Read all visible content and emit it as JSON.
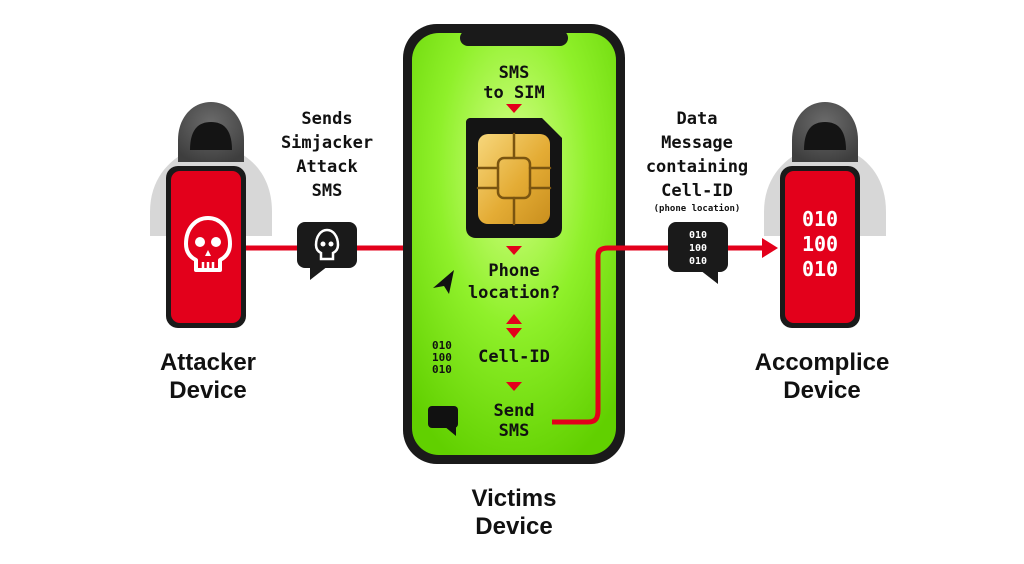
{
  "attacker": {
    "label_line1": "Attacker",
    "label_line2": "Device",
    "sends_line1": "Sends",
    "sends_line2": "Simjacker",
    "sends_line3": "Attack",
    "sends_line4": "SMS"
  },
  "victim": {
    "label_line1": "Victims",
    "label_line2": "Device",
    "sms_line1": "SMS",
    "sms_line2": "to SIM",
    "phone_line1": "Phone",
    "phone_line2": "location?",
    "cellid": "Cell-ID",
    "send_line1": "Send",
    "send_line2": "SMS",
    "binary_1": "010",
    "binary_2": "100",
    "binary_3": "010"
  },
  "accomplice": {
    "label_line1": "Accomplice",
    "label_line2": "Device",
    "data_line1": "Data",
    "data_line2": "Message",
    "data_line3": "containing",
    "data_line4": "Cell-ID",
    "data_note": "(phone location)",
    "screen_1": "010",
    "screen_2": "100",
    "screen_3": "010",
    "bubble_1": "010",
    "bubble_2": "100",
    "bubble_3": "010"
  },
  "colors": {
    "red": "#e3001b",
    "green": "#7ee81a",
    "dark": "#1a1a1a",
    "gold": "#e7b33b"
  }
}
